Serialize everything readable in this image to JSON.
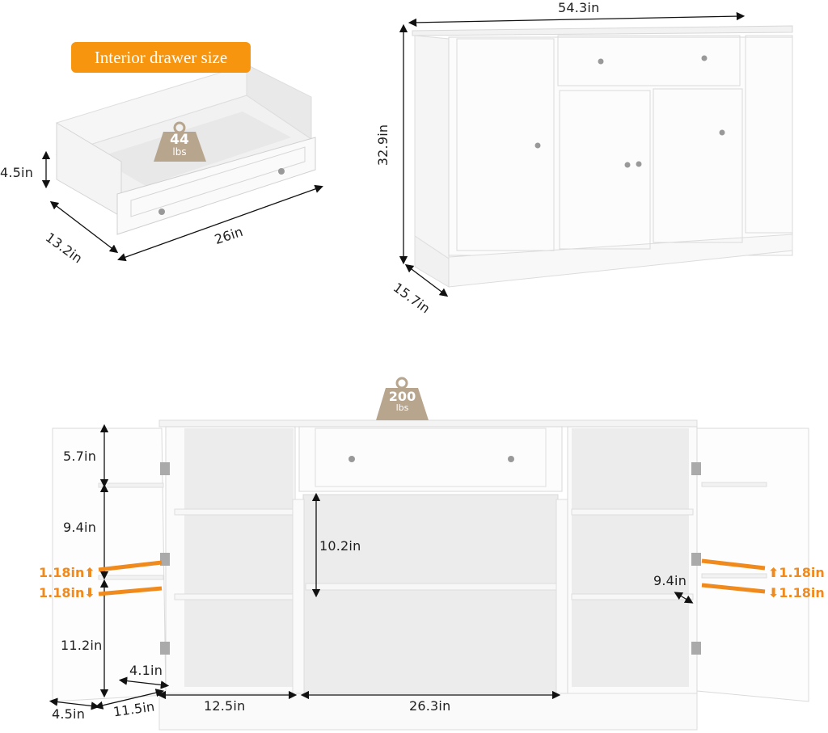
{
  "drawer": {
    "badge_label": "Interior drawer size",
    "weight_capacity": "44",
    "weight_unit": "lbs",
    "height": "4.5in",
    "depth": "13.2in",
    "width": "26in"
  },
  "cabinet_closed": {
    "width": "54.3in",
    "height": "32.9in",
    "depth": "15.7in"
  },
  "cabinet_open": {
    "weight_capacity": "200",
    "weight_unit": "lbs",
    "door_shelf_top": "5.7in",
    "door_shelf_middle": "9.4in",
    "door_shelf_bottom": "11.2in",
    "adjust_up_left": "1.18in",
    "adjust_down_left": "1.18in",
    "adjust_up_right": "1.18in",
    "adjust_down_right": "1.18in",
    "door_shelf_depth": "4.1in",
    "door_depth": "4.5in",
    "side_cabinet_depth": "11.5in",
    "side_cabinet_width": "12.5in",
    "center_shelf_height": "10.2in",
    "center_cabinet_width": "26.3in",
    "side_shelf_depth": "9.4in"
  },
  "colors": {
    "accent_orange": "#f7960e",
    "weight_badge": "#b8a58e",
    "cabinet_white": "#ffffff",
    "interior_gray": "#ececec"
  }
}
